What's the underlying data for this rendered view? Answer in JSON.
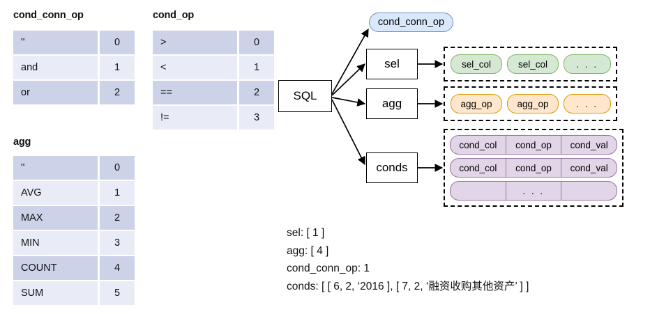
{
  "tables": [
    {
      "id": "cond_conn_op",
      "title": "cond_conn_op",
      "rows": [
        {
          "key": "''",
          "val": "0"
        },
        {
          "key": "and",
          "val": "1"
        },
        {
          "key": "or",
          "val": "2"
        }
      ]
    },
    {
      "id": "cond_op",
      "title": "cond_op",
      "rows": [
        {
          "key": ">",
          "val": "0"
        },
        {
          "key": "<",
          "val": "1"
        },
        {
          "key": "==",
          "val": "2"
        },
        {
          "key": "!=",
          "val": "3"
        }
      ]
    },
    {
      "id": "agg",
      "title": "agg",
      "rows": [
        {
          "key": "''",
          "val": "0"
        },
        {
          "key": "AVG",
          "val": "1"
        },
        {
          "key": "MAX",
          "val": "2"
        },
        {
          "key": "MIN",
          "val": "3"
        },
        {
          "key": "COUNT",
          "val": "4"
        },
        {
          "key": "SUM",
          "val": "5"
        }
      ]
    }
  ],
  "diagram": {
    "root": {
      "label": "SQL"
    },
    "branches": {
      "cond_conn_op": {
        "label": "cond_conn_op"
      },
      "sel": {
        "label": "sel"
      },
      "agg": {
        "label": "agg"
      },
      "conds": {
        "label": "conds"
      }
    },
    "sel_items": [
      {
        "label": "sel_col"
      },
      {
        "label": "sel_col"
      },
      {
        "label": ". . ."
      }
    ],
    "agg_items": [
      {
        "label": "agg_op"
      },
      {
        "label": "agg_op"
      },
      {
        "label": ". . ."
      }
    ],
    "cond_rows": [
      {
        "cells": [
          "cond_col",
          "cond_op",
          "cond_val"
        ]
      },
      {
        "cells": [
          "cond_col",
          "cond_op",
          "cond_val"
        ]
      },
      {
        "cells": [
          "",
          ". . .",
          ""
        ]
      }
    ]
  },
  "legend_lines": [
    "sel: [ 1 ]",
    "agg: [ 4 ]",
    "cond_conn_op: 1",
    "conds: [ [ 6, 2, ‘2016 ], [ 7, 2, ‘融资收购其他资产’ ] ]"
  ],
  "colors": {
    "table_row_dark": "#ccd2e8",
    "table_row_light": "#e9ecf6",
    "blue_fill": "#dae8fc",
    "blue_stroke": "#6c8ebf",
    "green_fill": "#d5e8d4",
    "green_stroke": "#82b366",
    "orange_fill": "#ffe6cc",
    "orange_stroke": "#d79b00",
    "purple_fill": "#e1d5e7",
    "purple_stroke": "#9673a6"
  }
}
